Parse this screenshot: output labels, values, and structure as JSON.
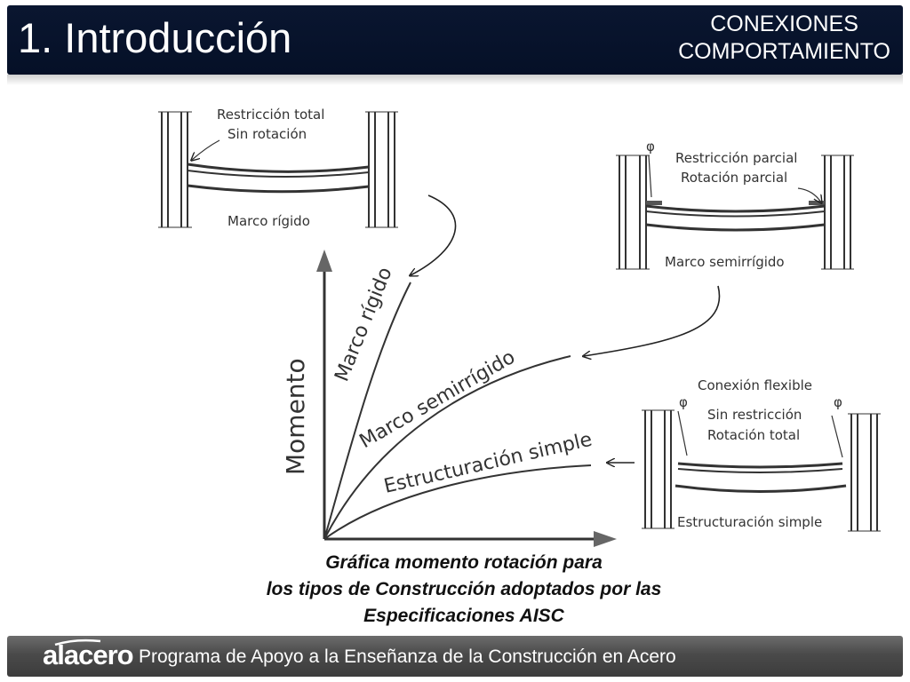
{
  "header": {
    "title": "1. Introducción",
    "section_line1": "CONEXIONES",
    "section_line2": "COMPORTAMIENTO"
  },
  "diagram": {
    "y_axis_label": "Momento",
    "curves": {
      "rigid": "Marco rígido",
      "semirigid": "Marco semirrígido",
      "simple": "Estructuración simple"
    },
    "rigid_frame": {
      "line1": "Restricción total",
      "line2": "Sin rotación",
      "caption": "Marco rígido"
    },
    "semirigid_frame": {
      "phi": "φ",
      "line1": "Restricción parcial",
      "line2": "Rotación parcial",
      "caption": "Marco semirrígido"
    },
    "simple_frame": {
      "phi_left": "φ",
      "phi_right": "φ",
      "line1": "Conexión flexible",
      "line2": "Sin restricción",
      "line3": "Rotación total",
      "caption": "Estructuración simple"
    }
  },
  "caption": {
    "line1": "Gráfica momento rotación para",
    "line2": "los tipos de Construcción adoptados por las",
    "line3": "Especificaciones AISC"
  },
  "footer": {
    "logo": "alacero",
    "text": "Programa de Apoyo a la Enseñanza de la Construcción en Acero"
  }
}
